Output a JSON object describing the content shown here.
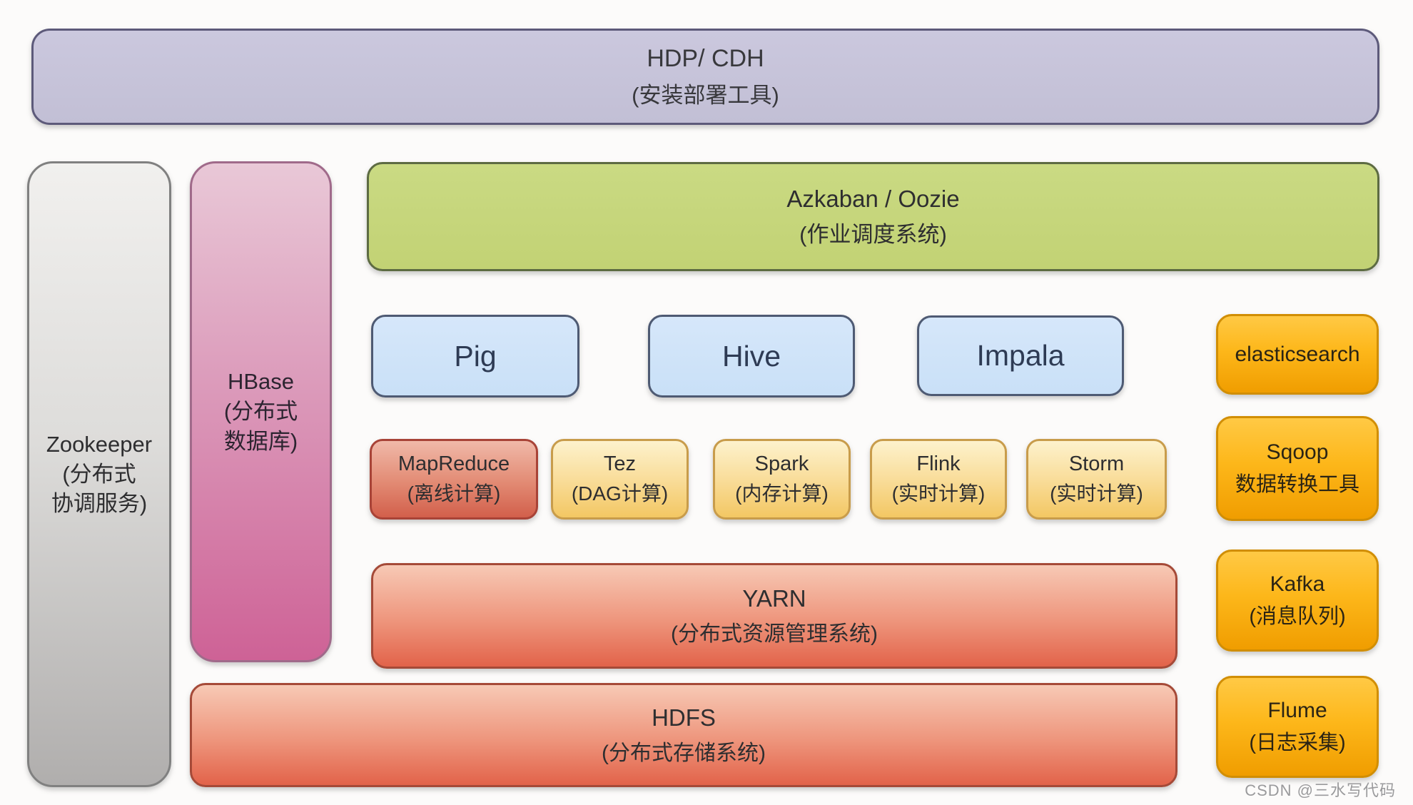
{
  "diagram": {
    "description": "Hadoop big-data ecosystem layer diagram",
    "watermark": "CSDN @三水写代码"
  },
  "nodes": {
    "hdp": {
      "label": "HDP/ CDH",
      "sublabel": "(安装部署工具)"
    },
    "zookeeper": {
      "label": "Zookeeper",
      "sublabel": "(分布式\n协调服务)"
    },
    "hbase": {
      "label": "HBase",
      "sublabel": "(分布式\n数据库)"
    },
    "azkaban": {
      "label": "Azkaban / Oozie",
      "sublabel": "(作业调度系统)"
    },
    "pig": {
      "label": "Pig"
    },
    "hive": {
      "label": "Hive"
    },
    "impala": {
      "label": "Impala"
    },
    "elasticsearch": {
      "label": "elasticsearch"
    },
    "mapreduce": {
      "label": "MapReduce",
      "sublabel": "(离线计算)"
    },
    "tez": {
      "label": "Tez",
      "sublabel": "(DAG计算)"
    },
    "spark": {
      "label": "Spark",
      "sublabel": "(内存计算)"
    },
    "flink": {
      "label": "Flink",
      "sublabel": "(实时计算)"
    },
    "storm": {
      "label": "Storm",
      "sublabel": "(实时计算)"
    },
    "sqoop": {
      "label": "Sqoop",
      "sublabel": "数据转换工具"
    },
    "yarn": {
      "label": "YARN",
      "sublabel": "(分布式资源管理系统)"
    },
    "kafka": {
      "label": "Kafka",
      "sublabel": "(消息队列)"
    },
    "hdfs": {
      "label": "HDFS",
      "sublabel": "(分布式存储系统)"
    },
    "flume": {
      "label": "Flume",
      "sublabel": "(日志采集)"
    }
  },
  "palette": {
    "background": "#fcfbfa",
    "deploy_bar_fill": "#c6c3d9",
    "deploy_bar_border": "#5d5a7a",
    "zookeeper_gradient_top": "#f1f0ee",
    "zookeeper_gradient_bottom": "#b0aead",
    "hbase_gradient_top": "#e9c8d7",
    "hbase_gradient_bottom": "#ce6296",
    "scheduler_fill": "#c6d67e",
    "scheduler_border": "#5d6b42",
    "query_fill": "#cde3f8",
    "query_border": "#4e5a73",
    "mapreduce_gradient_top": "#f0b9a9",
    "mapreduce_gradient_bottom": "#d25f4b",
    "engine_gradient_top": "#fdf2cd",
    "engine_gradient_bottom": "#f3c763",
    "bar_gradient_top": "#f7c9b5",
    "bar_gradient_bottom": "#e2634a",
    "tool_gradient_top": "#ffc945",
    "tool_gradient_bottom": "#f09d00",
    "watermark_color": "#9a9a9c"
  }
}
